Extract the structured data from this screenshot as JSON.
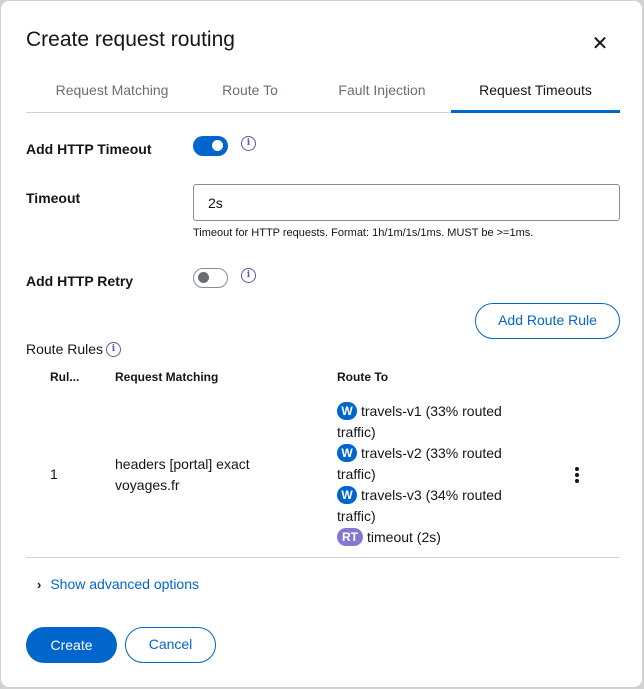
{
  "modal": {
    "title": "Create request routing",
    "close_icon": "close-icon"
  },
  "tabs": [
    {
      "label": "Request Matching",
      "active": false
    },
    {
      "label": "Route To",
      "active": false
    },
    {
      "label": "Fault Injection",
      "active": false
    },
    {
      "label": "Request Timeouts",
      "active": true
    }
  ],
  "form": {
    "http_timeout_label": "Add HTTP Timeout",
    "http_timeout_enabled": true,
    "timeout_label": "Timeout",
    "timeout_value": "2s",
    "timeout_helper": "Timeout for HTTP requests. Format: 1h/1m/1s/1ms. MUST be >=1ms.",
    "http_retry_label": "Add HTTP Retry",
    "http_retry_enabled": false,
    "info_glyph": "i"
  },
  "add_route_rule_label": "Add Route Rule",
  "route_rules": {
    "title": "Route Rules",
    "columns": [
      "Rul...",
      "Request Matching",
      "Route To"
    ],
    "rows": [
      {
        "rule": "1",
        "matching_line1": "headers [portal] exact",
        "matching_line2": "voyages.fr",
        "routes": [
          {
            "badge": "W",
            "line1": "travels-v1 (33% routed",
            "line2": "traffic)"
          },
          {
            "badge": "W",
            "line1": "travels-v2 (33% routed",
            "line2": "traffic)"
          },
          {
            "badge": "W",
            "line1": "travels-v3 (34% routed",
            "line2": "traffic)"
          }
        ],
        "timeout_badge": "RT",
        "timeout_text": "timeout (2s)"
      }
    ]
  },
  "advanced": {
    "chevron": "›",
    "label": "Show advanced options"
  },
  "footer": {
    "create_label": "Create",
    "cancel_label": "Cancel"
  },
  "colors": {
    "primary": "#0066cc",
    "info": "#6753ac",
    "rt_badge": "#8476d1"
  }
}
